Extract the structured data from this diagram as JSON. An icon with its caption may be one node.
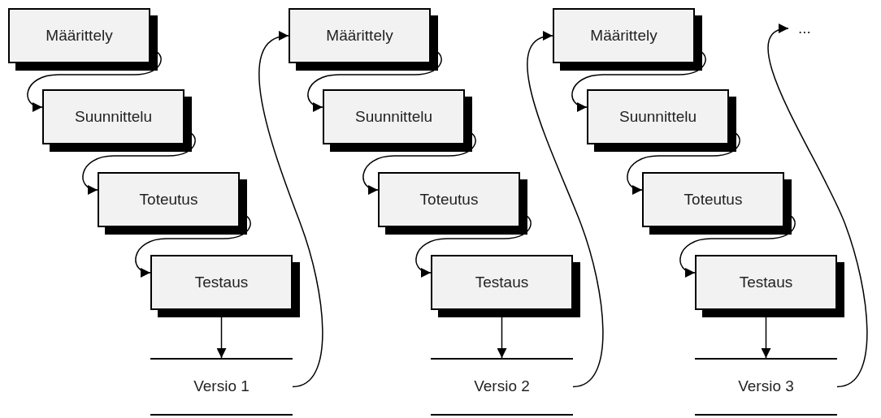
{
  "diagram": {
    "nodes": [
      {
        "text": [
          "Määrittely"
        ]
      },
      {
        "text": [
          "Suunnittelu"
        ]
      },
      {
        "text": [
          "Toteutus"
        ]
      },
      {
        "text": [
          "Testaus"
        ]
      },
      {
        "text": [
          "Versio 1"
        ]
      },
      {
        "text": [
          "Määrittely"
        ]
      },
      {
        "text": [
          "Suunnittelu"
        ]
      },
      {
        "text": [
          "Toteutus"
        ]
      },
      {
        "text": [
          "Testaus"
        ]
      },
      {
        "text": [
          "Versio 2"
        ]
      },
      {
        "text": [
          "Määrittely"
        ]
      },
      {
        "text": [
          "Suunnittelu"
        ]
      },
      {
        "text": [
          "Toteutus"
        ]
      },
      {
        "text": [
          "Testaus"
        ]
      },
      {
        "text": [
          "Versio 3"
        ]
      },
      {
        "text": [
          "..."
        ]
      }
    ],
    "edges": [
      {
        "from": 0,
        "to": 1,
        "arrow": "to"
      },
      {
        "from": 1,
        "to": 2,
        "arrow": "to"
      },
      {
        "from": 2,
        "to": 3,
        "arrow": "to"
      },
      {
        "from": 3,
        "to": 4,
        "arrow": "to"
      },
      {
        "from": 4,
        "to": 5,
        "arrow": "to"
      },
      {
        "from": 5,
        "to": 6,
        "arrow": "to"
      },
      {
        "from": 6,
        "to": 7,
        "arrow": "to"
      },
      {
        "from": 7,
        "to": 8,
        "arrow": "to"
      },
      {
        "from": 8,
        "to": 9,
        "arrow": "to"
      },
      {
        "from": 9,
        "to": 10,
        "arrow": "to"
      },
      {
        "from": 10,
        "to": 11,
        "arrow": "to"
      },
      {
        "from": 11,
        "to": 12,
        "arrow": "to"
      },
      {
        "from": 12,
        "to": 13,
        "arrow": "to"
      },
      {
        "from": 13,
        "to": 14,
        "arrow": "to"
      },
      {
        "from": 14,
        "to": 15,
        "arrow": "to"
      }
    ]
  }
}
